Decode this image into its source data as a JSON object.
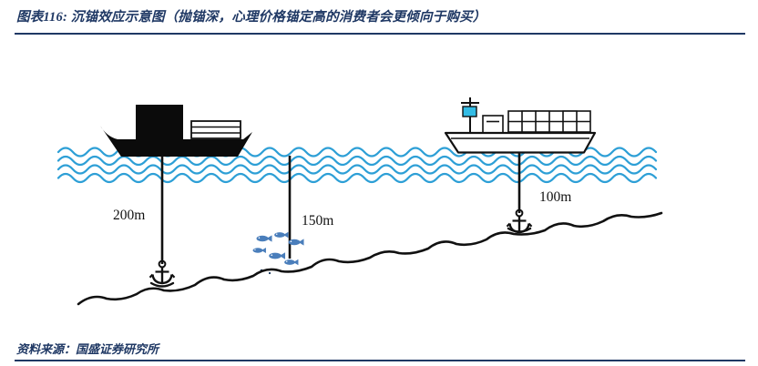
{
  "header": {
    "title": "图表116: 沉锚效应示意图（抛锚深，心理价格锚定高的消费者会更倾向于购买）"
  },
  "diagram": {
    "depth_labels": [
      {
        "position": "left-ship-anchor",
        "label": "200m"
      },
      {
        "position": "middle-anchor",
        "label": "150m"
      },
      {
        "position": "right-ship-anchor",
        "label": "100m"
      }
    ],
    "icons": [
      "dark-cargo-ship-icon",
      "container-ship-icon",
      "anchor-icon",
      "fish-school-icon",
      "water-wave-lines",
      "seabed-line"
    ],
    "colors": {
      "navy": "#1F3864",
      "wave": "#2D9FD6",
      "fish": "#4A7EBB",
      "container": "#33BCE5"
    }
  },
  "footer": {
    "source": "资料来源：国盛证券研究所"
  }
}
